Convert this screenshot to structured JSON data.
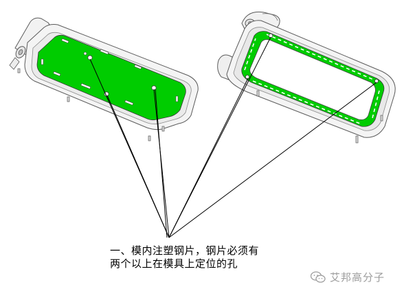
{
  "caption": {
    "line1": "一、模内注塑钢片，钢片必须有",
    "line2": "两个以上在模具上定位的孔"
  },
  "watermark": {
    "text": "艾邦高分子",
    "icon": "wechat-bubbles-icon"
  },
  "colors": {
    "steel_insert": "#00cc00",
    "frame_fill": "#f4f4f4",
    "frame_stroke": "#5a5a5a",
    "pointer_line": "#000000",
    "watermark": "#9c9c9c"
  }
}
